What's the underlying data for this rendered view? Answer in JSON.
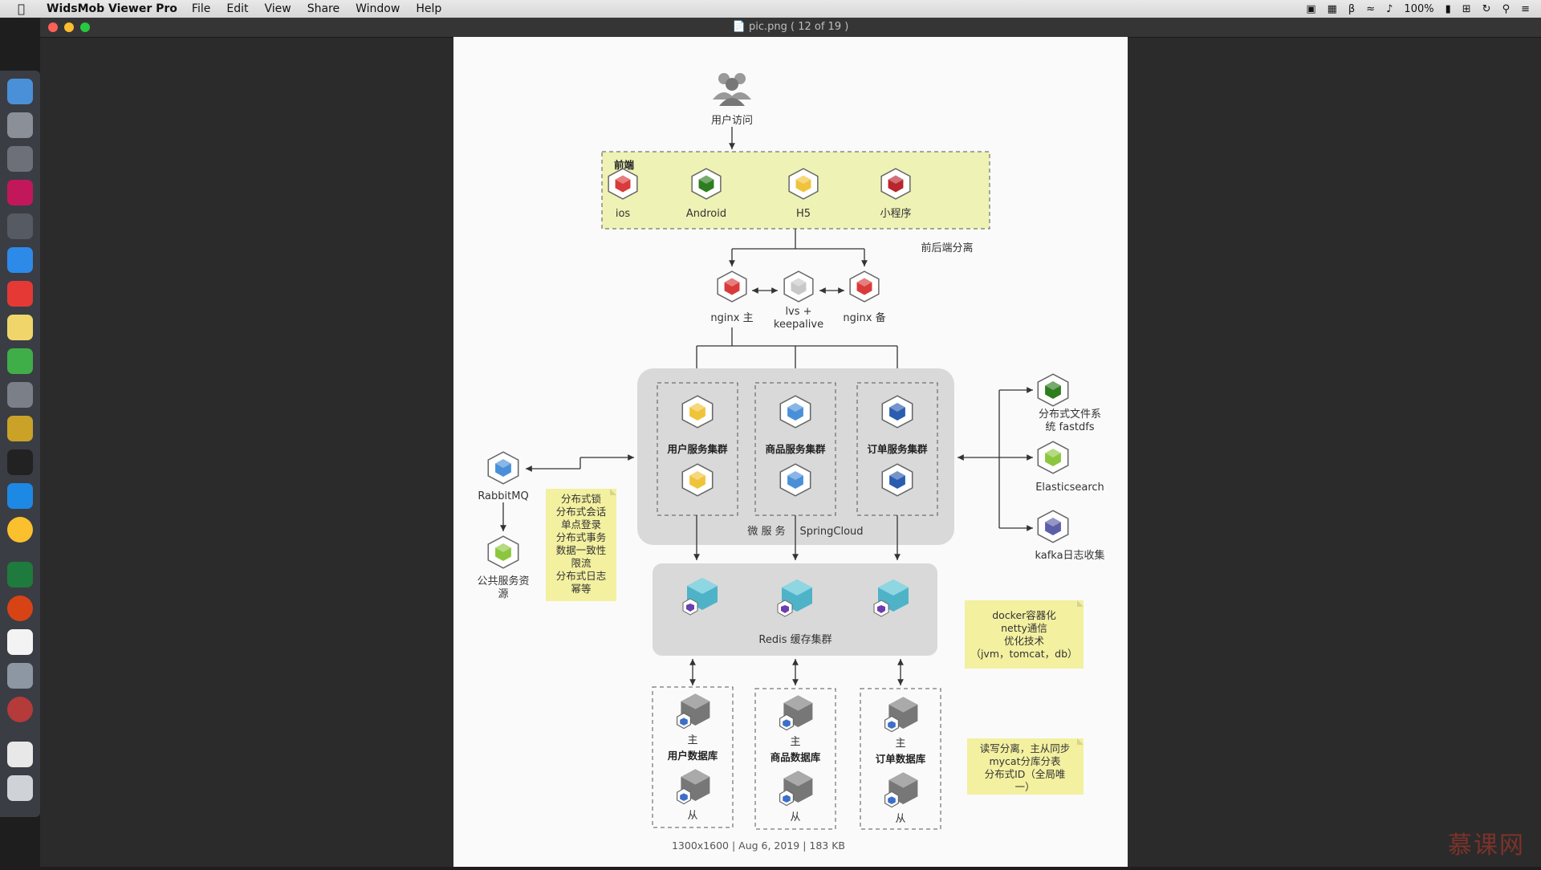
{
  "menubar": {
    "app_name": "WidsMob Viewer Pro",
    "menus": [
      "File",
      "Edit",
      "View",
      "Share",
      "Window",
      "Help"
    ],
    "status": {
      "battery": "100%"
    }
  },
  "window": {
    "title": "pic.png ( 12 of 19 )"
  },
  "diagram": {
    "user_access": "用户访问",
    "frontend": {
      "title": "前端",
      "items": [
        "ios",
        "Android",
        "H5",
        "小程序"
      ]
    },
    "separation_label": "前后端分离",
    "lb": {
      "nginx_main": "nginx 主",
      "lvs_line1": "lvs +",
      "lvs_line2": "keepalive",
      "nginx_backup": "nginx 备"
    },
    "microservices": {
      "clusters": [
        "用户服务集群",
        "商品服务集群",
        "订单服务集群"
      ],
      "label": "微 服 务",
      "springcloud": "SpringCloud"
    },
    "rabbitmq": "RabbitMQ",
    "public_service_line1": "公共服务资",
    "public_service_line2": "源",
    "distributed_note": [
      "分布式锁",
      "分布式会话",
      "单点登录",
      "分布式事务",
      "数据一致性",
      "限流",
      "分布式日志",
      "幂等"
    ],
    "right_services": {
      "fastdfs_line1": "分布式文件系",
      "fastdfs_line2": "统 fastdfs",
      "elasticsearch": "Elasticsearch",
      "kafka": "kafka日志收集"
    },
    "redis_label": "Redis 缓存集群",
    "docker_note": [
      "docker容器化",
      "netty通信",
      "优化技术",
      "（jvm，tomcat，db）"
    ],
    "databases": {
      "names": [
        "用户数据库",
        "商品数据库",
        "订单数据库"
      ],
      "master": "主",
      "slave": "从"
    },
    "rw_note": [
      "读写分离，主从同步",
      "mycat分库分表",
      "分布式ID（全局唯",
      "一）"
    ],
    "footer": "1300x1600 | Aug 6, 2019 | 183 KB"
  },
  "watermark": "慕课网"
}
